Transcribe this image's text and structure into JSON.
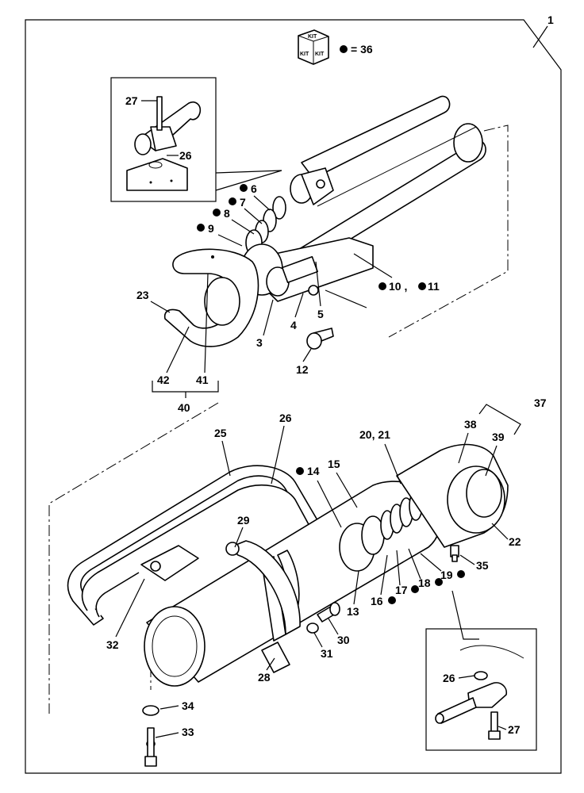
{
  "figure_number": "1",
  "kit_legend": {
    "kit_label": "KIT",
    "equals_text": "= 36"
  },
  "callouts": {
    "c1": "27",
    "c2": "26",
    "c3": "6",
    "c4": "7",
    "c5": "8",
    "c6": "9",
    "c7": "23",
    "c8": "3",
    "c9": "4",
    "c10": "5",
    "c11": "10 ,",
    "c12": "11",
    "c13": "12",
    "c14": "42",
    "c15": "41",
    "c16": "40",
    "c17": "25",
    "c18": "26",
    "c19": "14",
    "c20": "15",
    "c21": "20, 21",
    "c22": "38",
    "c23": "37",
    "c24": "39",
    "c25": "22",
    "c26": "29",
    "c27": "35",
    "c28": "19",
    "c29": "18",
    "c30": "17",
    "c31": "16",
    "c32": "13",
    "c33": "30",
    "c34": "31",
    "c35": "32",
    "c36": "28",
    "c37": "34",
    "c38": "33",
    "c39": "26",
    "c40": "27"
  }
}
